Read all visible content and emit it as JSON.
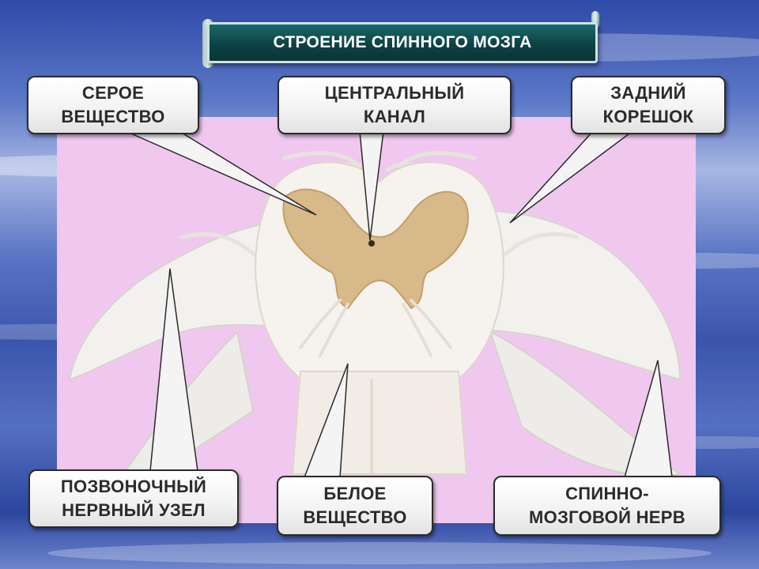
{
  "title": "СТРОЕНИЕ СПИННОГО МОЗГА",
  "labels": {
    "grey_matter": "СЕРОЕ\nВЕЩЕСТВО",
    "central_canal": "ЦЕНТРАЛЬНЫЙ\nКАНАЛ",
    "dorsal_root": "ЗАДНИЙ\nКОРЕШОК",
    "spinal_ganglion": "ПОЗВОНОЧНЫЙ\nНЕРВНЫЙ УЗЕЛ",
    "white_matter": "БЕЛОЕ\nВЕЩЕСТВО",
    "spinal_nerve": "СПИННО-\nМОЗГОВОЙ НЕРВ"
  },
  "colors": {
    "title_bg": "#0d4244",
    "panel_bg": "#f0c8ef",
    "grey_matter": "#d7b98a",
    "white_matter": "#f4f1ea",
    "callout_border": "#2a2a2a"
  }
}
